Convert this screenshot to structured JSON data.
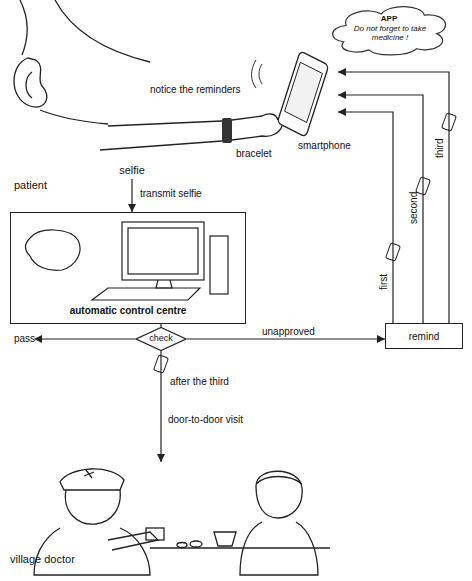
{
  "diagram": {
    "nodes": [
      {
        "text": [
          "APP",
          "Do not forget to take medicine !"
        ]
      },
      {
        "text": [
          "smartphone"
        ]
      },
      {
        "text": [
          "selfie"
        ]
      },
      {
        "text": [
          "automatic control centre"
        ]
      },
      {
        "text": [
          "check"
        ]
      },
      {
        "text": [
          "remind"
        ]
      },
      {
        "text": [
          "village doctor"
        ]
      }
    ],
    "edges": [
      {
        "from": 2,
        "to": 3,
        "label": "transmit selfie",
        "arrow": "to"
      },
      {
        "from": 3,
        "to": 4,
        "arrow": "none"
      },
      {
        "from": 4,
        "to": 5,
        "label": "unapproved",
        "arrow": "to"
      },
      {
        "from": 5,
        "to": 1,
        "label": "first",
        "arrow": "to"
      },
      {
        "from": 5,
        "to": 1,
        "label": "second",
        "arrow": "to"
      },
      {
        "from": 5,
        "to": 1,
        "label": "third",
        "arrow": "to"
      },
      {
        "from": 4,
        "to": 6,
        "label": "after the third",
        "arrow": "to"
      }
    ],
    "labels": [
      "notice the reminders",
      "bracelet",
      "patient",
      "pass",
      "door-to-door visit"
    ]
  }
}
